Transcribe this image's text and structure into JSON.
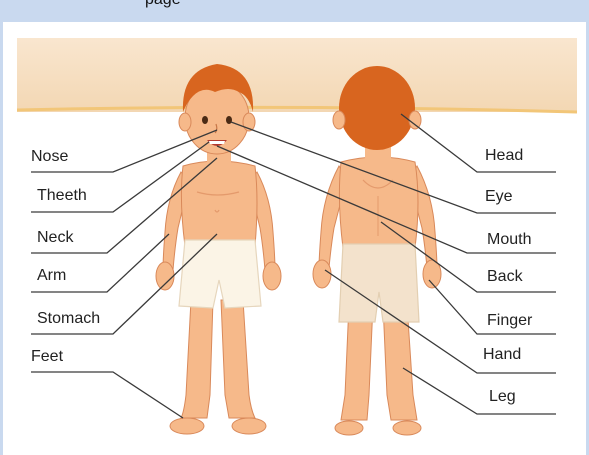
{
  "header": {
    "partial_text": "page"
  },
  "colors": {
    "banner": "#f7e3c8",
    "skin": "#f6b98a",
    "hair": "#d8651f",
    "shorts": "#fbf4e6",
    "leader_line": "#3a3a3a",
    "frame": "#c9d9ef"
  },
  "labels": {
    "left": [
      "Nose",
      "Theeth",
      "Neck",
      "Arm",
      "Stomach",
      "Feet"
    ],
    "right": [
      "Head",
      "Eye",
      "Mouth",
      "Back",
      "Finger",
      "Hand",
      "Leg"
    ]
  }
}
